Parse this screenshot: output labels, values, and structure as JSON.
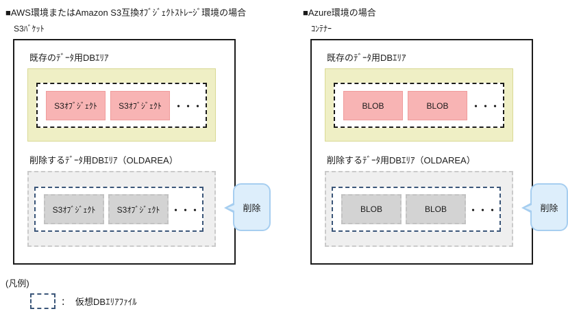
{
  "colors": {
    "yellow_area_fill": "#efefc5",
    "yellow_area_border": "#d9d994",
    "pink_object_fill": "#f8b4b4",
    "pink_object_border": "#ef9b9b",
    "gray_area_fill": "#efefef",
    "gray_area_border": "#cacaca",
    "gray_object_fill": "#d3d3d3",
    "gray_object_border": "#c2c2c2",
    "virtual_file_dash_black": "#1a1a1a",
    "virtual_file_dash_blue": "#3a5578",
    "callout_fill": "#ddeefb",
    "callout_border": "#a6cef0",
    "outer_box_border": "#1a1a1a"
  },
  "panels": [
    {
      "id": "aws",
      "title": "■AWS環境またはAmazon S3互換ｵﾌﾞｼﾞｪｸﾄｽﾄﾚｰｼﾞ環境の場合",
      "container_label": "S3ﾊﾞｹｯﾄ",
      "existing_area_label": "既存のﾃﾞｰﾀ用DBｴﾘｱ",
      "old_area_label": "削除するﾃﾞｰﾀ用DBｴﾘｱ（OLDAREA）",
      "object_label": "S3ｵﾌﾞｼﾞｪｸﾄ",
      "ellipsis": "・・・",
      "callout_label": "削除"
    },
    {
      "id": "azure",
      "title": "■Azure環境の場合",
      "container_label": "ｺﾝﾃﾅｰ",
      "existing_area_label": "既存のﾃﾞｰﾀ用DBｴﾘｱ",
      "old_area_label": "削除するﾃﾞｰﾀ用DBｴﾘｱ（OLDAREA）",
      "object_label": "BLOB",
      "ellipsis": "・・・",
      "callout_label": "削除"
    }
  ],
  "legend": {
    "heading": "(凡例)",
    "separator": "：",
    "item_label": "仮想DBｴﾘｱﾌｧｲﾙ"
  }
}
